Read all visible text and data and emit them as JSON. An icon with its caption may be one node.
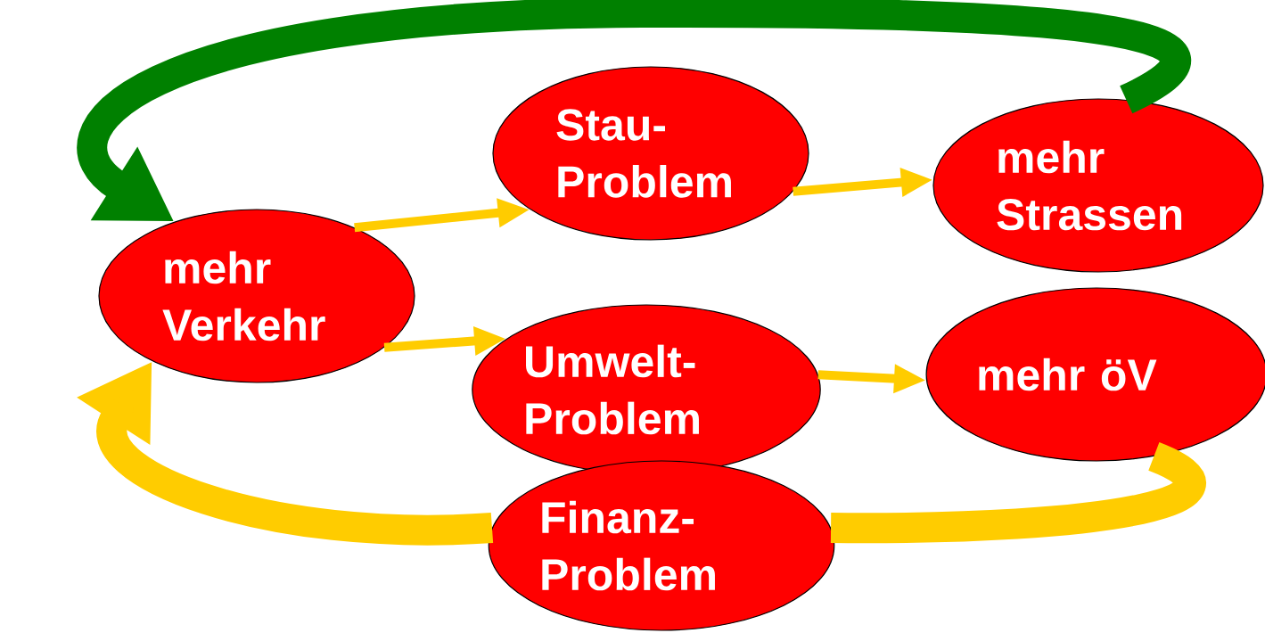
{
  "diagram": {
    "nodes": [
      {
        "text": [
          "mehr Verkehr"
        ]
      },
      {
        "text": [
          "Stau- Problem"
        ]
      },
      {
        "text": [
          "mehr Strassen"
        ]
      },
      {
        "text": [
          "Umwelt- Problem"
        ]
      },
      {
        "text": [
          "mehr öV"
        ]
      },
      {
        "text": [
          "Finanz- Problem"
        ]
      }
    ],
    "edges": [
      {
        "from": 0,
        "to": 1,
        "arrow": "to"
      },
      {
        "from": 0,
        "to": 3,
        "arrow": "to"
      },
      {
        "from": 1,
        "to": 2,
        "arrow": "to"
      },
      {
        "from": 3,
        "to": 4,
        "arrow": "to"
      },
      {
        "from": 2,
        "to": 0,
        "arrow": "to",
        "style": "thick",
        "color": "#008000"
      },
      {
        "from": 4,
        "to": 5,
        "arrow": "none",
        "style": "thick"
      },
      {
        "from": 5,
        "to": 0,
        "arrow": "to",
        "style": "thick"
      }
    ]
  }
}
